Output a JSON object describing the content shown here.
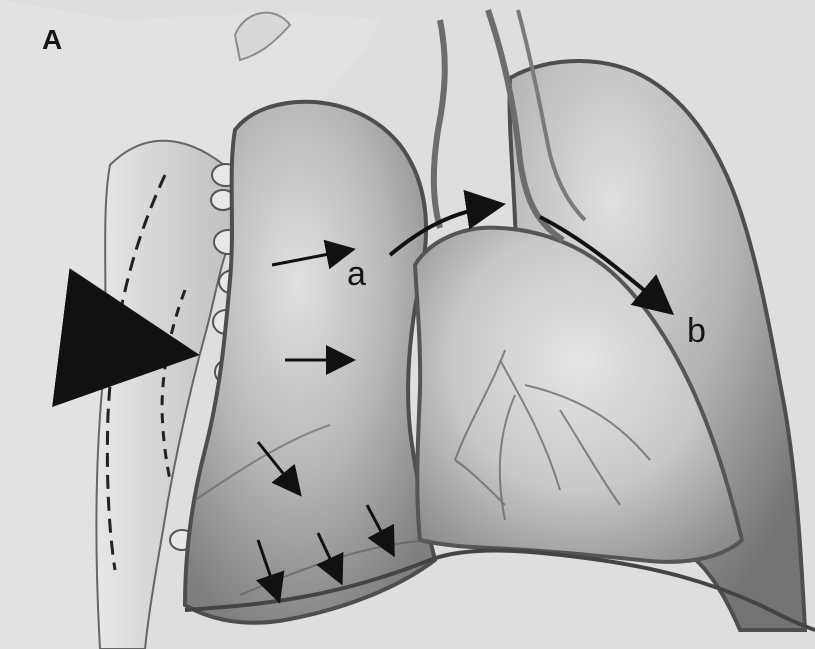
{
  "figure": {
    "panel_label": "A",
    "labels": {
      "a": "a",
      "b": "b"
    },
    "colors": {
      "background": "#dcdcdc",
      "ink": "#151515",
      "lung_shadow": "#7a7a7a",
      "heart_fill": "#c9c9c9"
    }
  }
}
